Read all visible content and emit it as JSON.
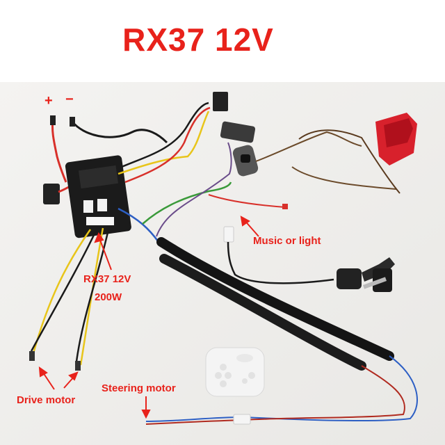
{
  "title": "RX37 12V",
  "labels": {
    "plus": "+",
    "minus": "−",
    "music_or_light": "Music or light",
    "controller_model": "RX37 12V",
    "controller_power": "200W",
    "drive_motor": "Drive motor",
    "steering_motor": "Steering motor"
  },
  "colors": {
    "label_red": "#e8221b",
    "background": "#ffffff",
    "photo_background": "#f2f1ee",
    "wire_black": "#1a1a1a",
    "wire_red": "#d8302a",
    "wire_yellow": "#e8c51a",
    "wire_blue": "#2d5fc4",
    "wire_green": "#3a9a3a",
    "switch_red": "#d8212c",
    "remote_white": "#f4f4f4"
  }
}
